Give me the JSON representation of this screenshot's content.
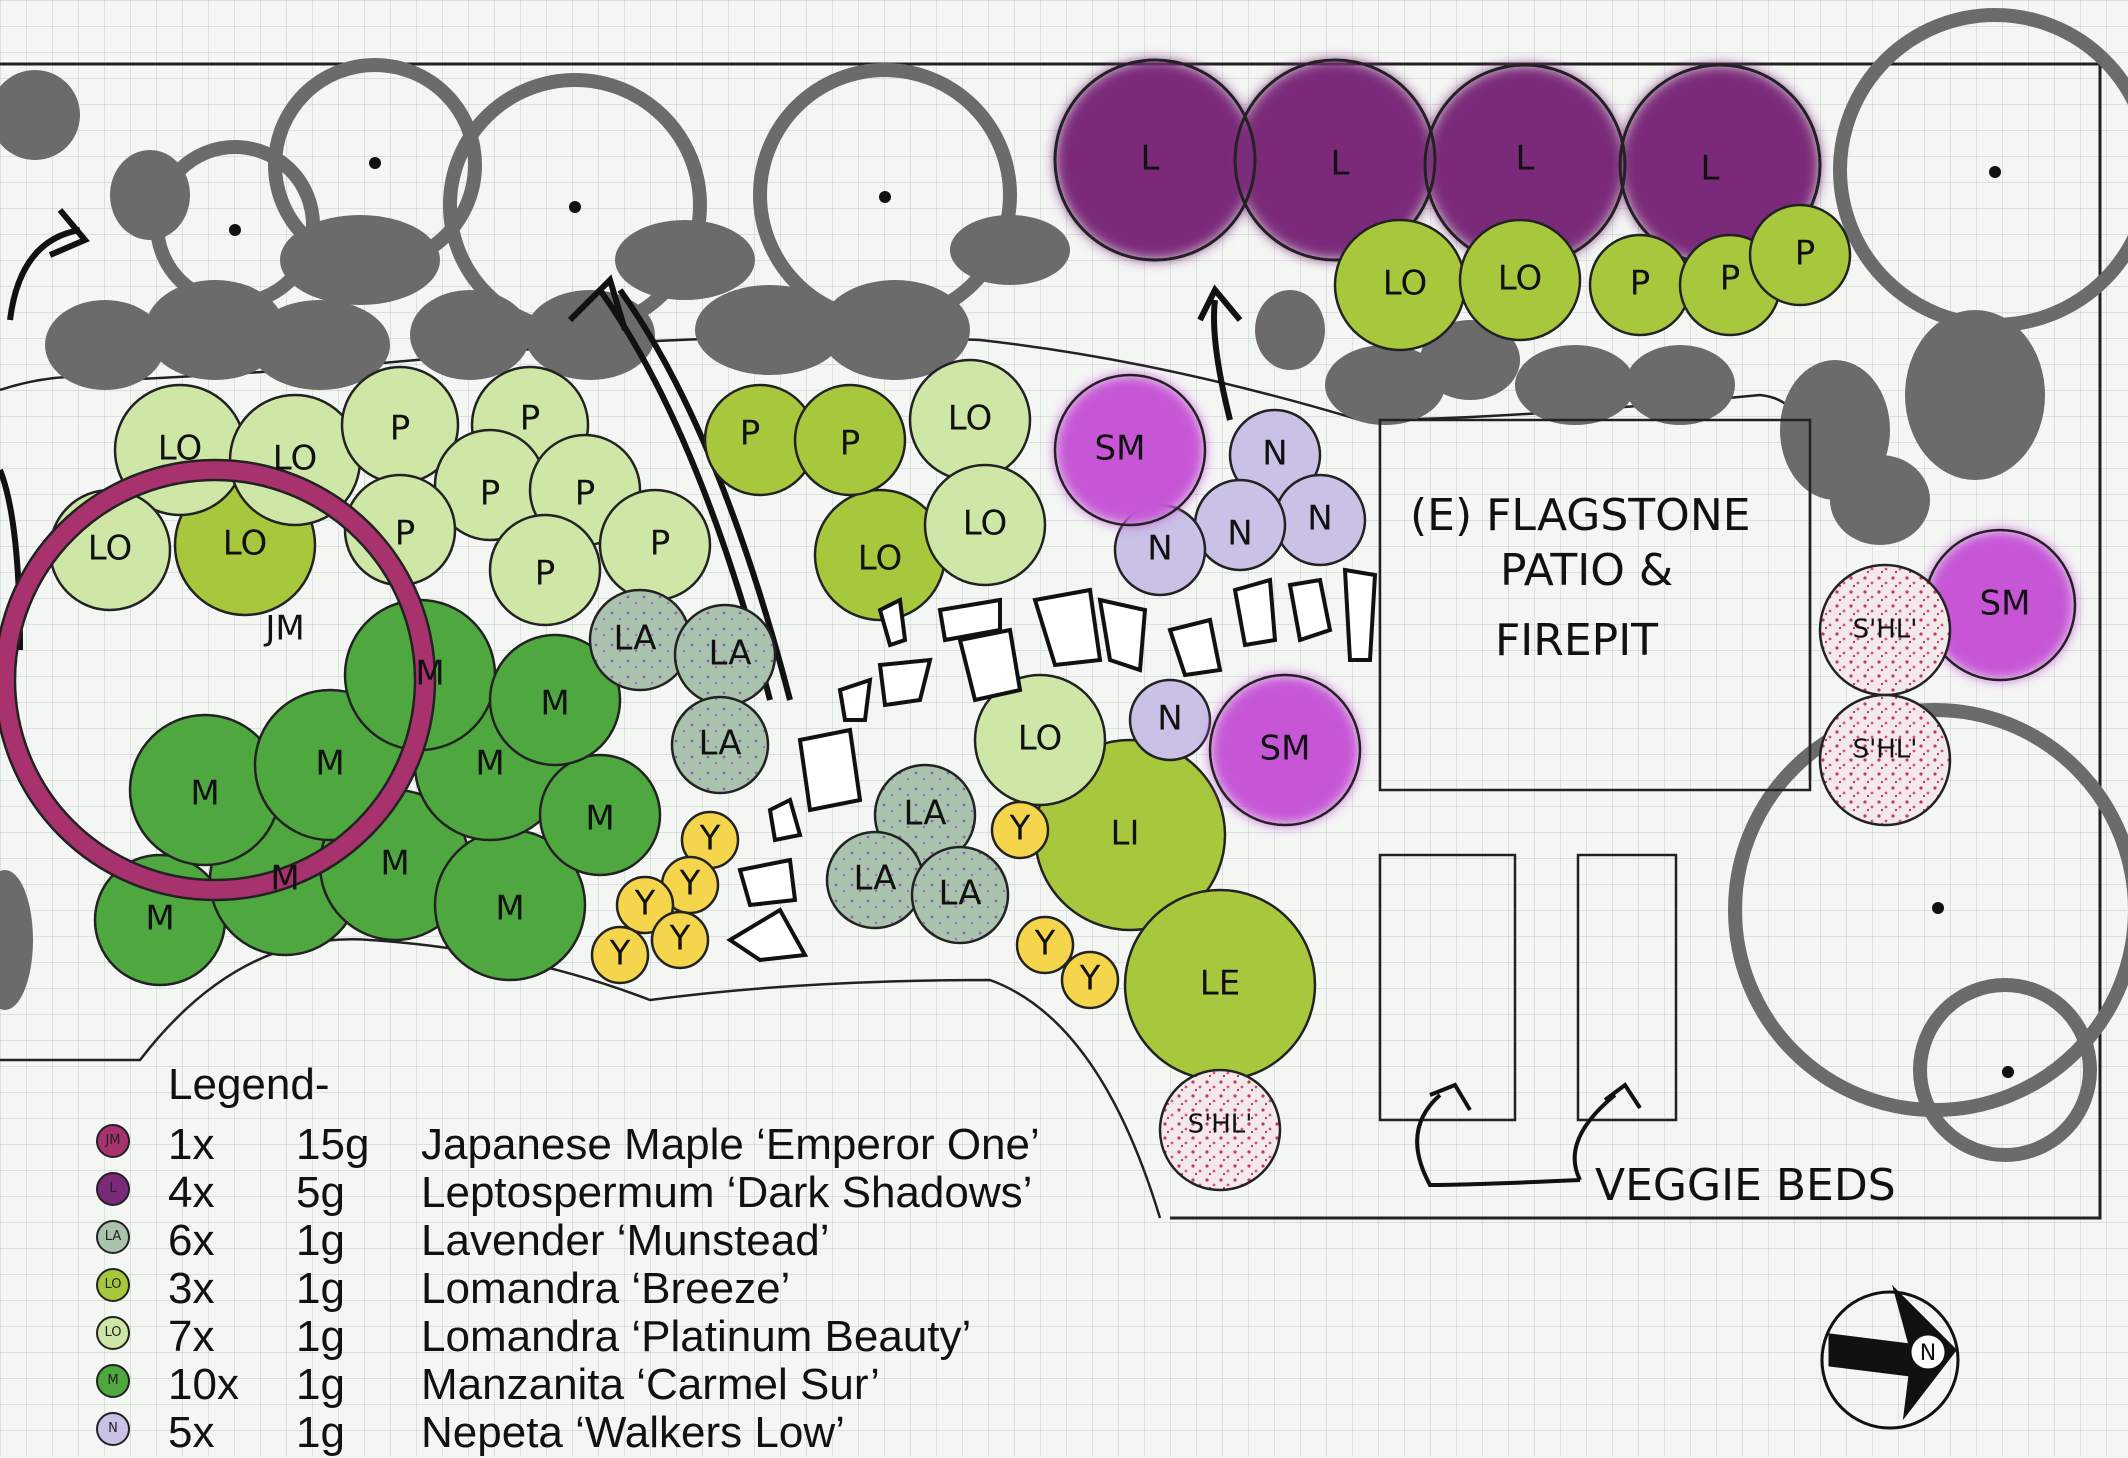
{
  "colors": {
    "background": "#f4f6f4",
    "grid": "#c9d3cf",
    "existing_tree": "#6b6b6b",
    "japanese_maple": "#a8326e",
    "leptospermum": "#7a2a79",
    "lavender": "#a9c3ac",
    "lomandra_breeze": "#a7c83c",
    "lomandra_platinum": "#cfe7a6",
    "manzanita": "#4fa83f",
    "nepeta": "#c9c2e6",
    "purple_sm": "#c657d6",
    "yellow_y": "#f4d54b",
    "pink_shl": "#f0e3e6"
  },
  "plant_codes": {
    "jm": "JM",
    "l": "L",
    "la": "LA",
    "lo": "LO",
    "m": "M",
    "n": "N",
    "p": "P",
    "sm": "SM",
    "y": "Y",
    "li": "LI",
    "le": "LE",
    "shl": "S'HL'"
  },
  "labels": {
    "patio_line1": "(E) FLAGSTONE",
    "patio_line2": "PATIO &",
    "patio_line3": "FIREPIT",
    "veggie": "VEGGIE BEDS",
    "north": "N"
  },
  "legend": {
    "title": "Legend-",
    "items": [
      {
        "code": "JM",
        "color": "#a8326e",
        "qty": "1x",
        "size": "15g",
        "plant": "Japanese Maple ‘Emperor One’"
      },
      {
        "code": "L",
        "color": "#7a2a79",
        "qty": "4x",
        "size": "5g",
        "plant": "Leptospermum ‘Dark Shadows’"
      },
      {
        "code": "LA",
        "color": "#a9c3ac",
        "qty": "6x",
        "size": "1g",
        "plant": "Lavender ‘Munstead’"
      },
      {
        "code": "LO",
        "color": "#a7c83c",
        "qty": "3x",
        "size": "1g",
        "plant": "Lomandra ‘Breeze’"
      },
      {
        "code": "LO",
        "color": "#cfe7a6",
        "qty": "7x",
        "size": "1g",
        "plant": "Lomandra ‘Platinum Beauty’"
      },
      {
        "code": "M",
        "color": "#4fa83f",
        "qty": "10x",
        "size": "1g",
        "plant": "Manzanita ‘Carmel Sur’"
      },
      {
        "code": "N",
        "color": "#c9c2e6",
        "qty": "5x",
        "size": "1g",
        "plant": "Nepeta ‘Walkers Low’"
      }
    ]
  }
}
